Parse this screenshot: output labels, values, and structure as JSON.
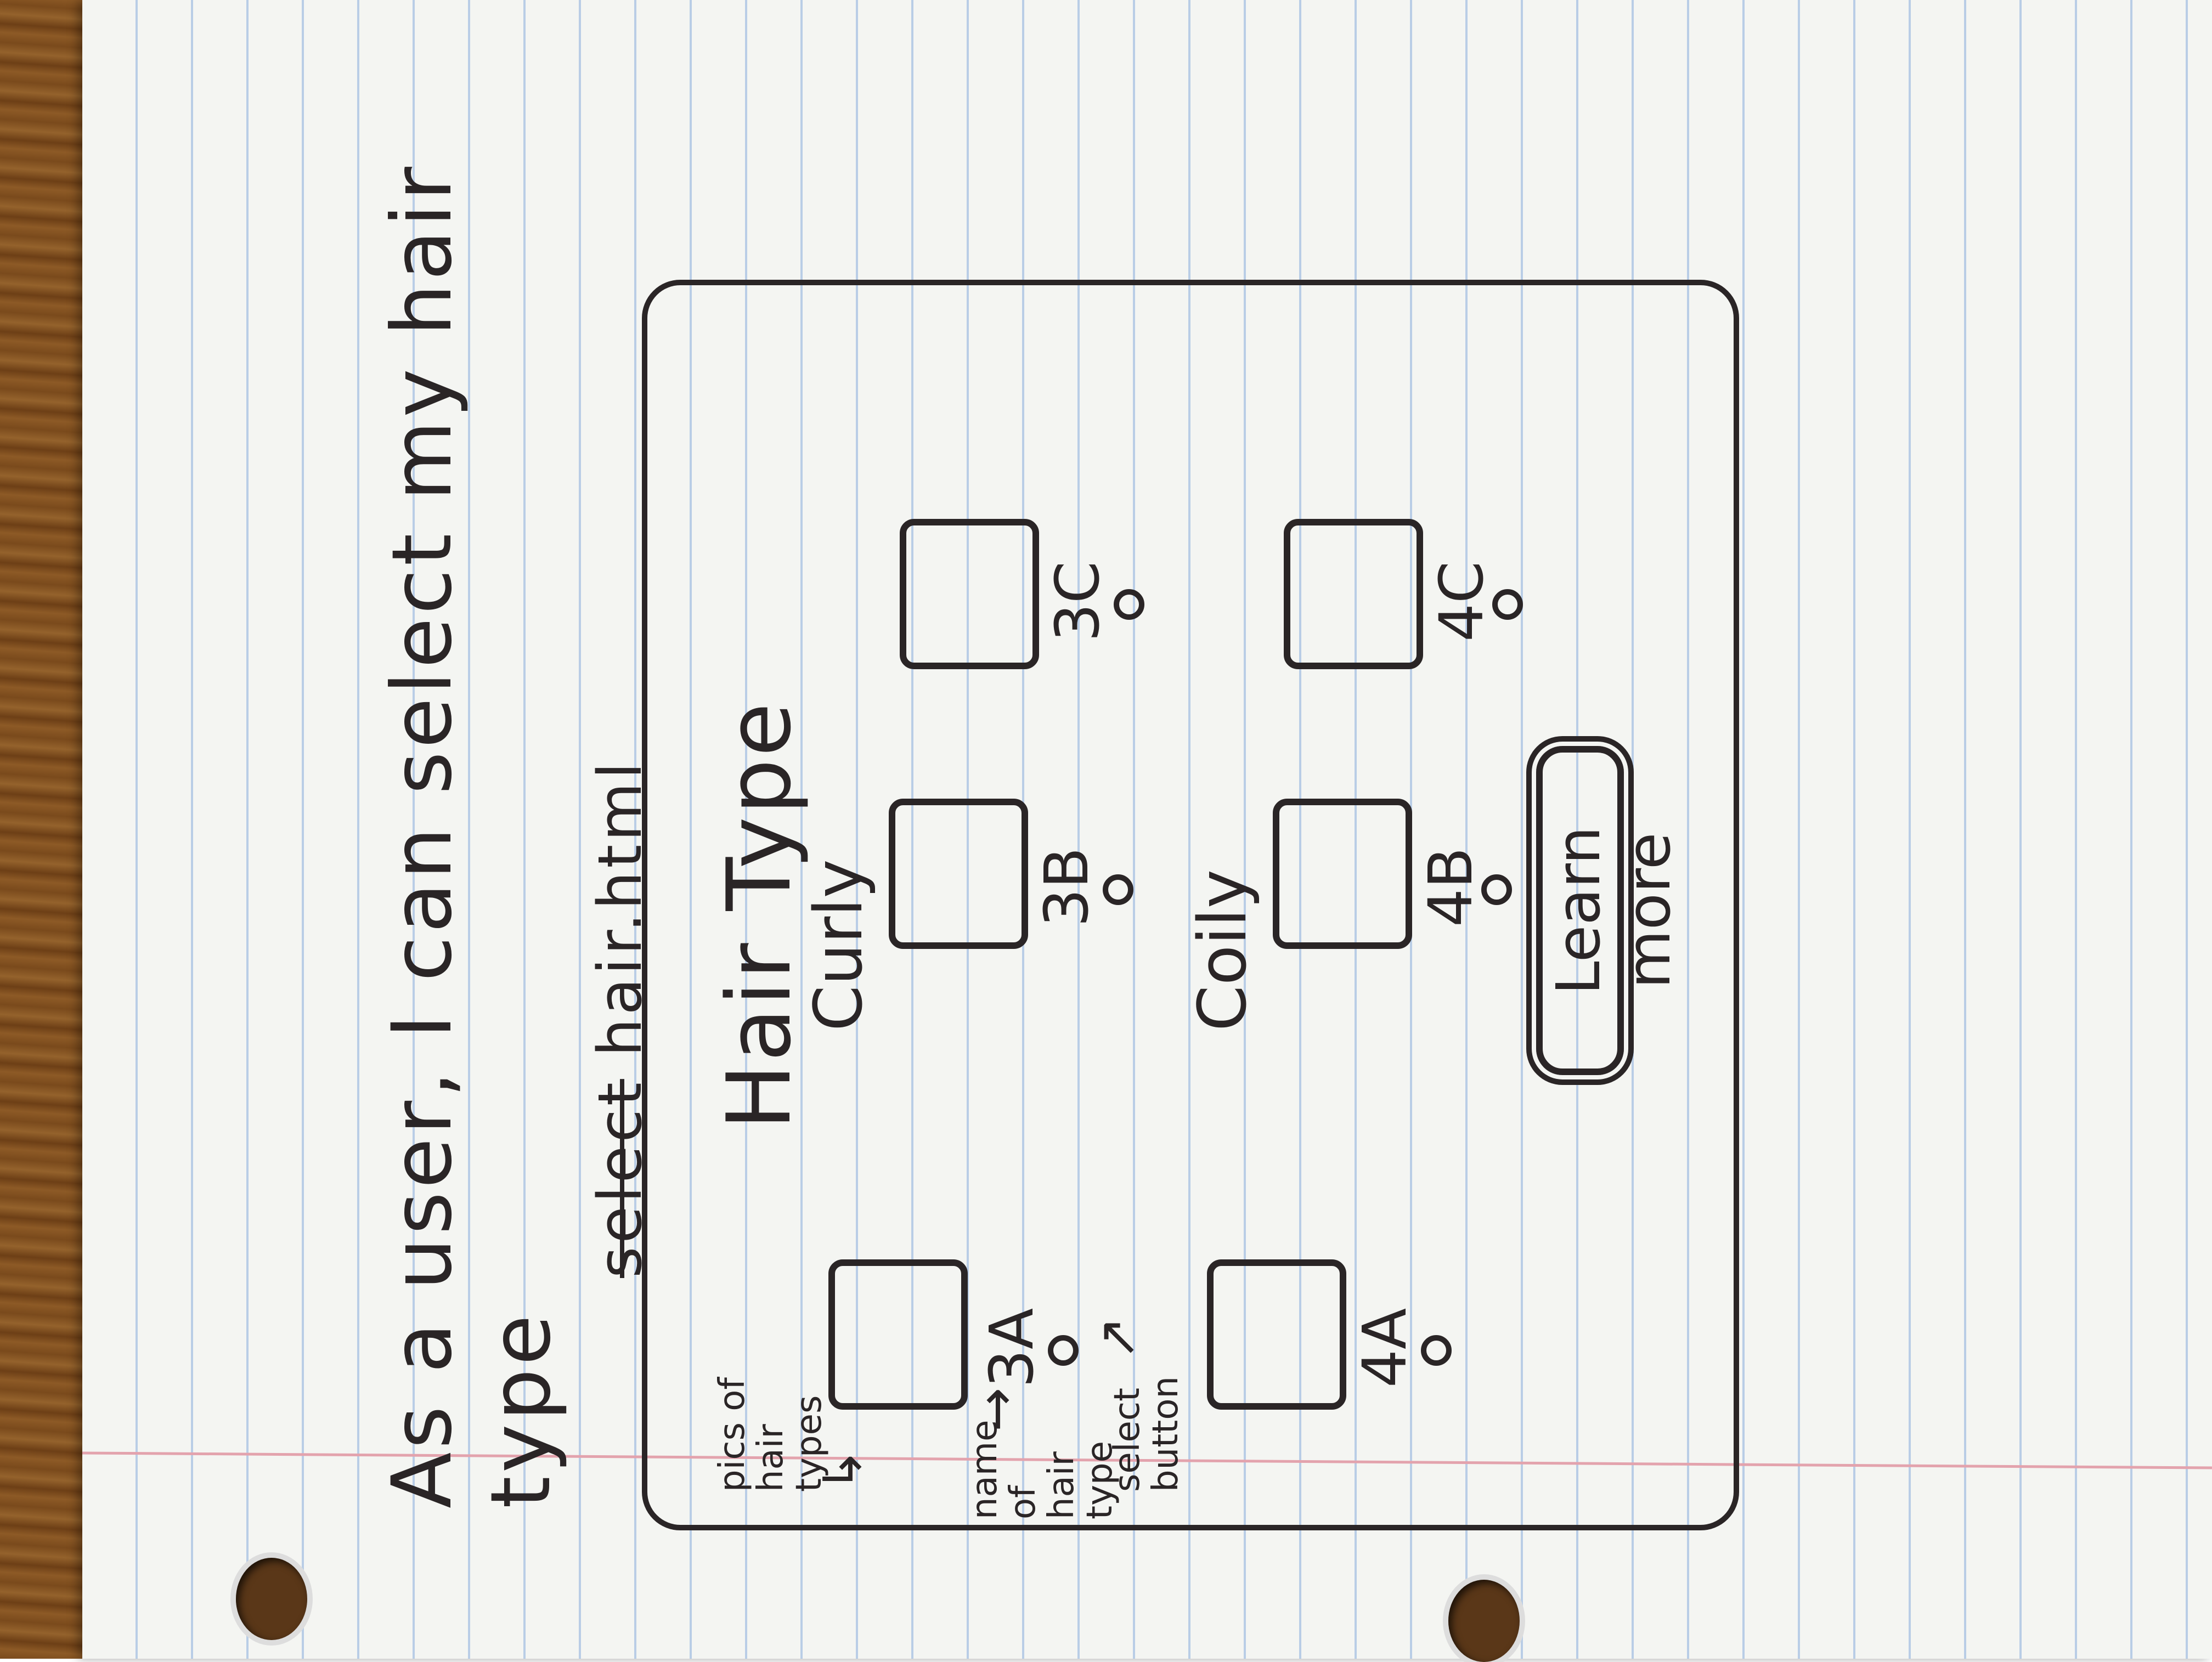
{
  "story": {
    "line1": "As a user, I can select my hair type",
    "line2_struck": "select",
    "line2": "hair.html"
  },
  "screen": {
    "title": "Hair Type",
    "groups": [
      {
        "label": "Curly",
        "types": [
          "3A",
          "3B",
          "3C"
        ]
      },
      {
        "label": "Coily",
        "types": [
          "4A",
          "4B",
          "4C"
        ]
      }
    ],
    "learn_more": "Learn more"
  },
  "annotations": {
    "pics": "pics of hair types",
    "name": "name of hair type",
    "select": "select button"
  },
  "icons": {
    "radio": "radio-circle-icon",
    "arrow": "arrow-icon"
  }
}
